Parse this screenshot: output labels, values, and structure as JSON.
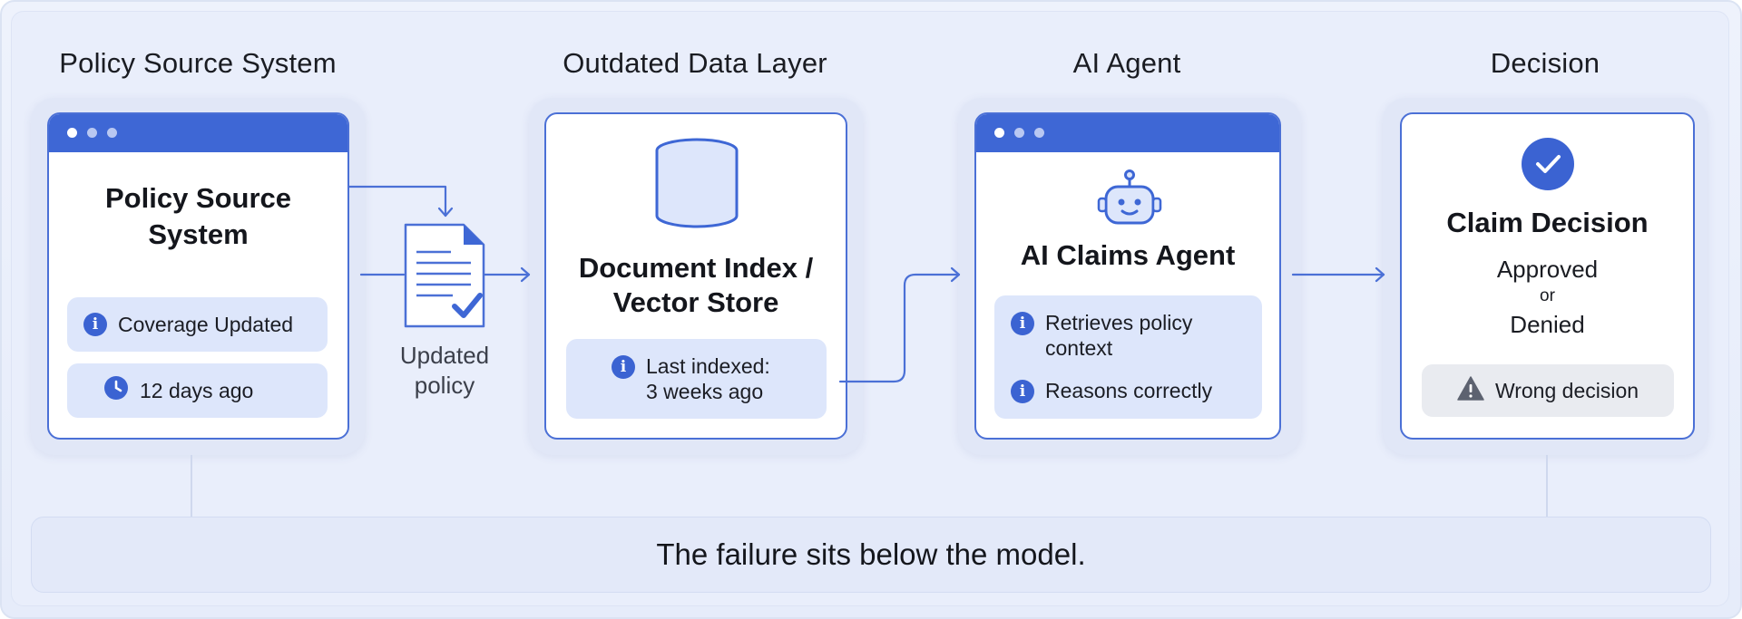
{
  "columns": {
    "source": {
      "header": "Policy Source System",
      "card_title_line1": "Policy Source",
      "card_title_line2": "System",
      "chip_coverage": "Coverage Updated",
      "chip_age": "12 days ago",
      "icons": [
        "info-icon",
        "clock-icon"
      ]
    },
    "document": {
      "label_line1": "Updated",
      "label_line2": "policy",
      "icon": "document-check-icon"
    },
    "data_layer": {
      "header": "Outdated Data Layer",
      "card_title_line1": "Document Index /",
      "card_title_line2": "Vector Store",
      "chip_line1": "Last indexed:",
      "chip_line2": "3 weeks ago",
      "icons": [
        "database-icon",
        "info-icon"
      ]
    },
    "agent": {
      "header": "AI Agent",
      "card_title": "AI Claims Agent",
      "item1_line1": "Retrieves policy",
      "item1_line2": "context",
      "item2": "Reasons correctly",
      "icons": [
        "robot-icon",
        "info-icon"
      ]
    },
    "decision": {
      "header": "Decision",
      "card_title": "Claim Decision",
      "result_line1": "Approved",
      "result_or": "or",
      "result_line2": "Denied",
      "chip_warning": "Wrong decision",
      "icons": [
        "check-circle-icon",
        "warning-icon"
      ]
    }
  },
  "footer": {
    "text": "The failure sits below the model."
  },
  "colors": {
    "accent": "#3e67d5",
    "accent_light": "#dde6fb",
    "background": "#e9eefb",
    "warning_chip": "#e9ebf0",
    "warning_icon": "#5d6270"
  }
}
